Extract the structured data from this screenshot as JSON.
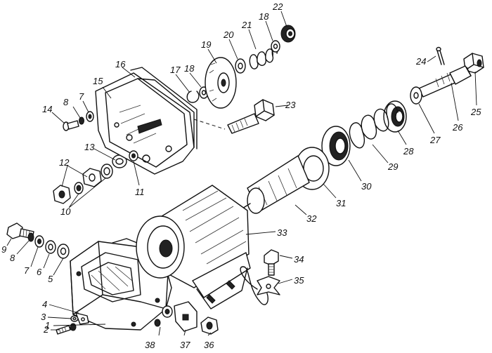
{
  "part_labels": [
    {
      "id": "l1",
      "text": "1"
    },
    {
      "id": "l2",
      "text": "2"
    },
    {
      "id": "l3",
      "text": "3"
    },
    {
      "id": "l4",
      "text": "4"
    },
    {
      "id": "l5",
      "text": "5"
    },
    {
      "id": "l6",
      "text": "6"
    },
    {
      "id": "l7a",
      "text": "7"
    },
    {
      "id": "l8a",
      "text": "8"
    },
    {
      "id": "l9",
      "text": "9"
    },
    {
      "id": "l10",
      "text": "10"
    },
    {
      "id": "l11",
      "text": "11"
    },
    {
      "id": "l12",
      "text": "12"
    },
    {
      "id": "l13",
      "text": "13"
    },
    {
      "id": "l14",
      "text": "14"
    },
    {
      "id": "l15",
      "text": "15"
    },
    {
      "id": "l16",
      "text": "16"
    },
    {
      "id": "l7b",
      "text": "7"
    },
    {
      "id": "l8b",
      "text": "8"
    },
    {
      "id": "l17",
      "text": "17"
    },
    {
      "id": "l18a",
      "text": "18"
    },
    {
      "id": "l19",
      "text": "19"
    },
    {
      "id": "l20",
      "text": "20"
    },
    {
      "id": "l21",
      "text": "21"
    },
    {
      "id": "l18b",
      "text": "18"
    },
    {
      "id": "l22",
      "text": "22"
    },
    {
      "id": "l23",
      "text": "23"
    },
    {
      "id": "l24",
      "text": "24"
    },
    {
      "id": "l25",
      "text": "25"
    },
    {
      "id": "l26",
      "text": "26"
    },
    {
      "id": "l27",
      "text": "27"
    },
    {
      "id": "l28",
      "text": "28"
    },
    {
      "id": "l29",
      "text": "29"
    },
    {
      "id": "l30",
      "text": "30"
    },
    {
      "id": "l31",
      "text": "31"
    },
    {
      "id": "l32",
      "text": "32"
    },
    {
      "id": "l33",
      "text": "33"
    },
    {
      "id": "l34",
      "text": "34"
    },
    {
      "id": "l35",
      "text": "35"
    },
    {
      "id": "l36",
      "text": "36"
    },
    {
      "id": "l37",
      "text": "37"
    },
    {
      "id": "l38",
      "text": "38"
    }
  ]
}
